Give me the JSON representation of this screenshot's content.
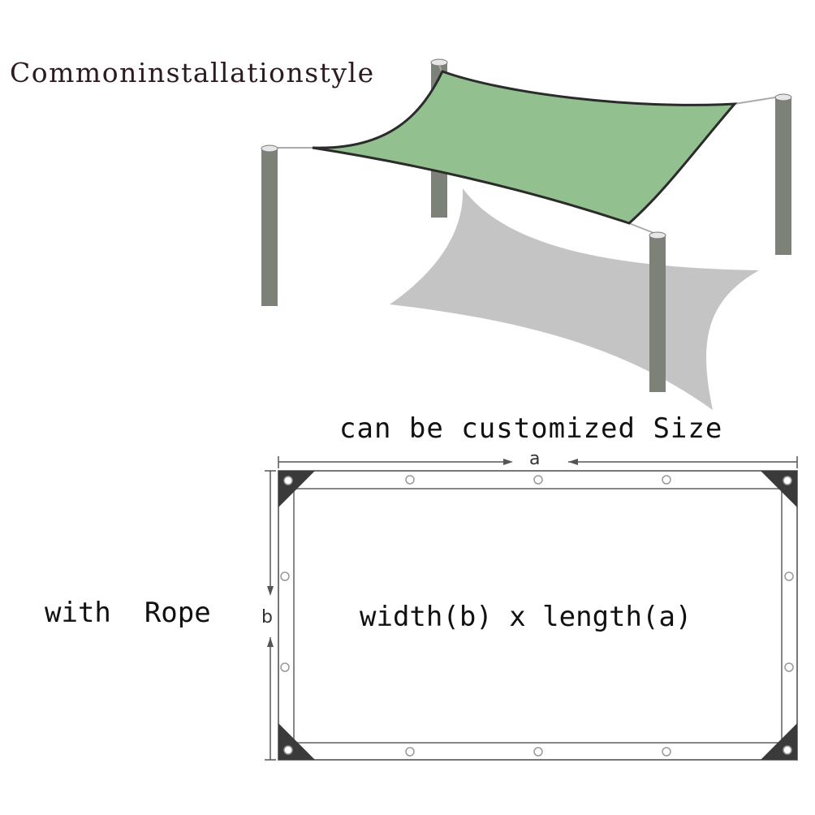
{
  "illustration": {
    "title": "Commoninstallationstyle",
    "colors": {
      "shade_sail": "#92c08e",
      "post": "#7d8278",
      "shadow": "#c4c4c4",
      "outline": "#2b2b2b"
    }
  },
  "diagram": {
    "heading": "can be customized Size",
    "side_label": "with  Rope",
    "dimension_text": "width(b) x length(a)",
    "dimension_a": "a",
    "dimension_b": "b"
  }
}
